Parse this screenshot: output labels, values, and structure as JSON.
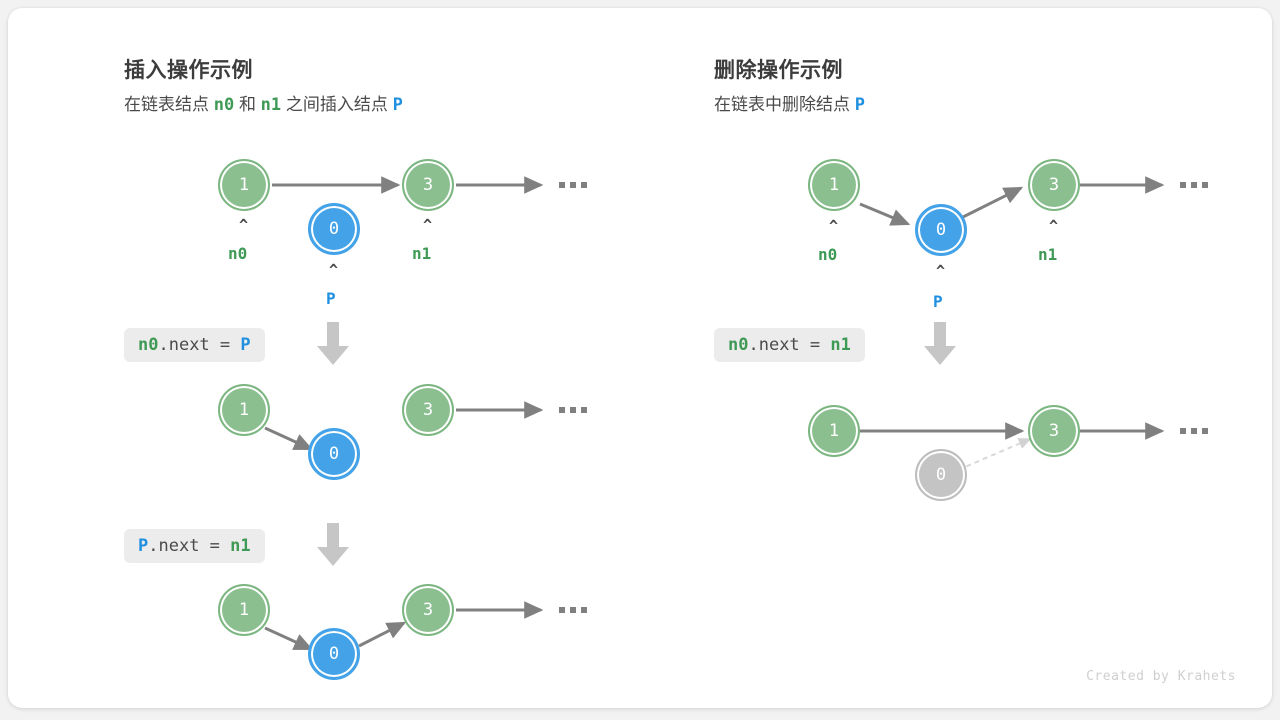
{
  "panels": [
    {
      "id": "insert",
      "title": "插入操作示例",
      "subtitle_parts": [
        {
          "text": "在链表结点 ",
          "style": "plain"
        },
        {
          "text": "n0",
          "style": "green"
        },
        {
          "text": " 和 ",
          "style": "plain"
        },
        {
          "text": "n1",
          "style": "green"
        },
        {
          "text": " 之间插入结点 ",
          "style": "plain"
        },
        {
          "text": "P",
          "style": "blue"
        }
      ],
      "steps": [
        {
          "code_parts": [
            {
              "text": "n0",
              "style": "green"
            },
            {
              "text": ".next = ",
              "style": "plain"
            },
            {
              "text": "P",
              "style": "blue"
            }
          ]
        },
        {
          "code_parts": [
            {
              "text": "P",
              "style": "blue"
            },
            {
              "text": ".next = ",
              "style": "plain"
            },
            {
              "text": "n1",
              "style": "green"
            }
          ]
        }
      ],
      "rows": [
        {
          "nodes": [
            {
              "value": "1",
              "kind": "green",
              "label": "n0",
              "label_color": "green"
            },
            {
              "value": "0",
              "kind": "blue",
              "label": "P",
              "label_color": "blue"
            },
            {
              "value": "3",
              "kind": "green",
              "label": "n1",
              "label_color": "green"
            }
          ],
          "ellipsis": true
        },
        {
          "nodes": [
            {
              "value": "1",
              "kind": "green"
            },
            {
              "value": "0",
              "kind": "blue"
            },
            {
              "value": "3",
              "kind": "green"
            }
          ],
          "ellipsis": true
        },
        {
          "nodes": [
            {
              "value": "1",
              "kind": "green"
            },
            {
              "value": "0",
              "kind": "blue"
            },
            {
              "value": "3",
              "kind": "green"
            }
          ],
          "ellipsis": true
        }
      ]
    },
    {
      "id": "delete",
      "title": "删除操作示例",
      "subtitle_parts": [
        {
          "text": "在链表中删除结点 ",
          "style": "plain"
        },
        {
          "text": "P",
          "style": "blue"
        }
      ],
      "steps": [
        {
          "code_parts": [
            {
              "text": "n0",
              "style": "green"
            },
            {
              "text": ".next = ",
              "style": "plain"
            },
            {
              "text": "n1",
              "style": "green"
            }
          ]
        }
      ],
      "rows": [
        {
          "nodes": [
            {
              "value": "1",
              "kind": "green",
              "label": "n0",
              "label_color": "green"
            },
            {
              "value": "0",
              "kind": "blue",
              "label": "P",
              "label_color": "blue"
            },
            {
              "value": "3",
              "kind": "green",
              "label": "n1",
              "label_color": "green"
            }
          ],
          "ellipsis": true
        },
        {
          "nodes": [
            {
              "value": "1",
              "kind": "green"
            },
            {
              "value": "0",
              "kind": "gray"
            },
            {
              "value": "3",
              "kind": "green"
            }
          ],
          "ellipsis": true
        }
      ]
    }
  ],
  "colors": {
    "green_node_fill": "#8cbf90",
    "green_node_ring": "#7cb681",
    "blue_node_fill": "#44a3e8",
    "gray_node_fill": "#c4c4c4",
    "arrow": "#808080",
    "label_green": "#3f9a55",
    "label_blue": "#1f8fe0",
    "chip_bg": "#ececec",
    "card_bg": "#ffffff",
    "page_bg": "#f2f2f2"
  },
  "credit": "Created by Krahets"
}
